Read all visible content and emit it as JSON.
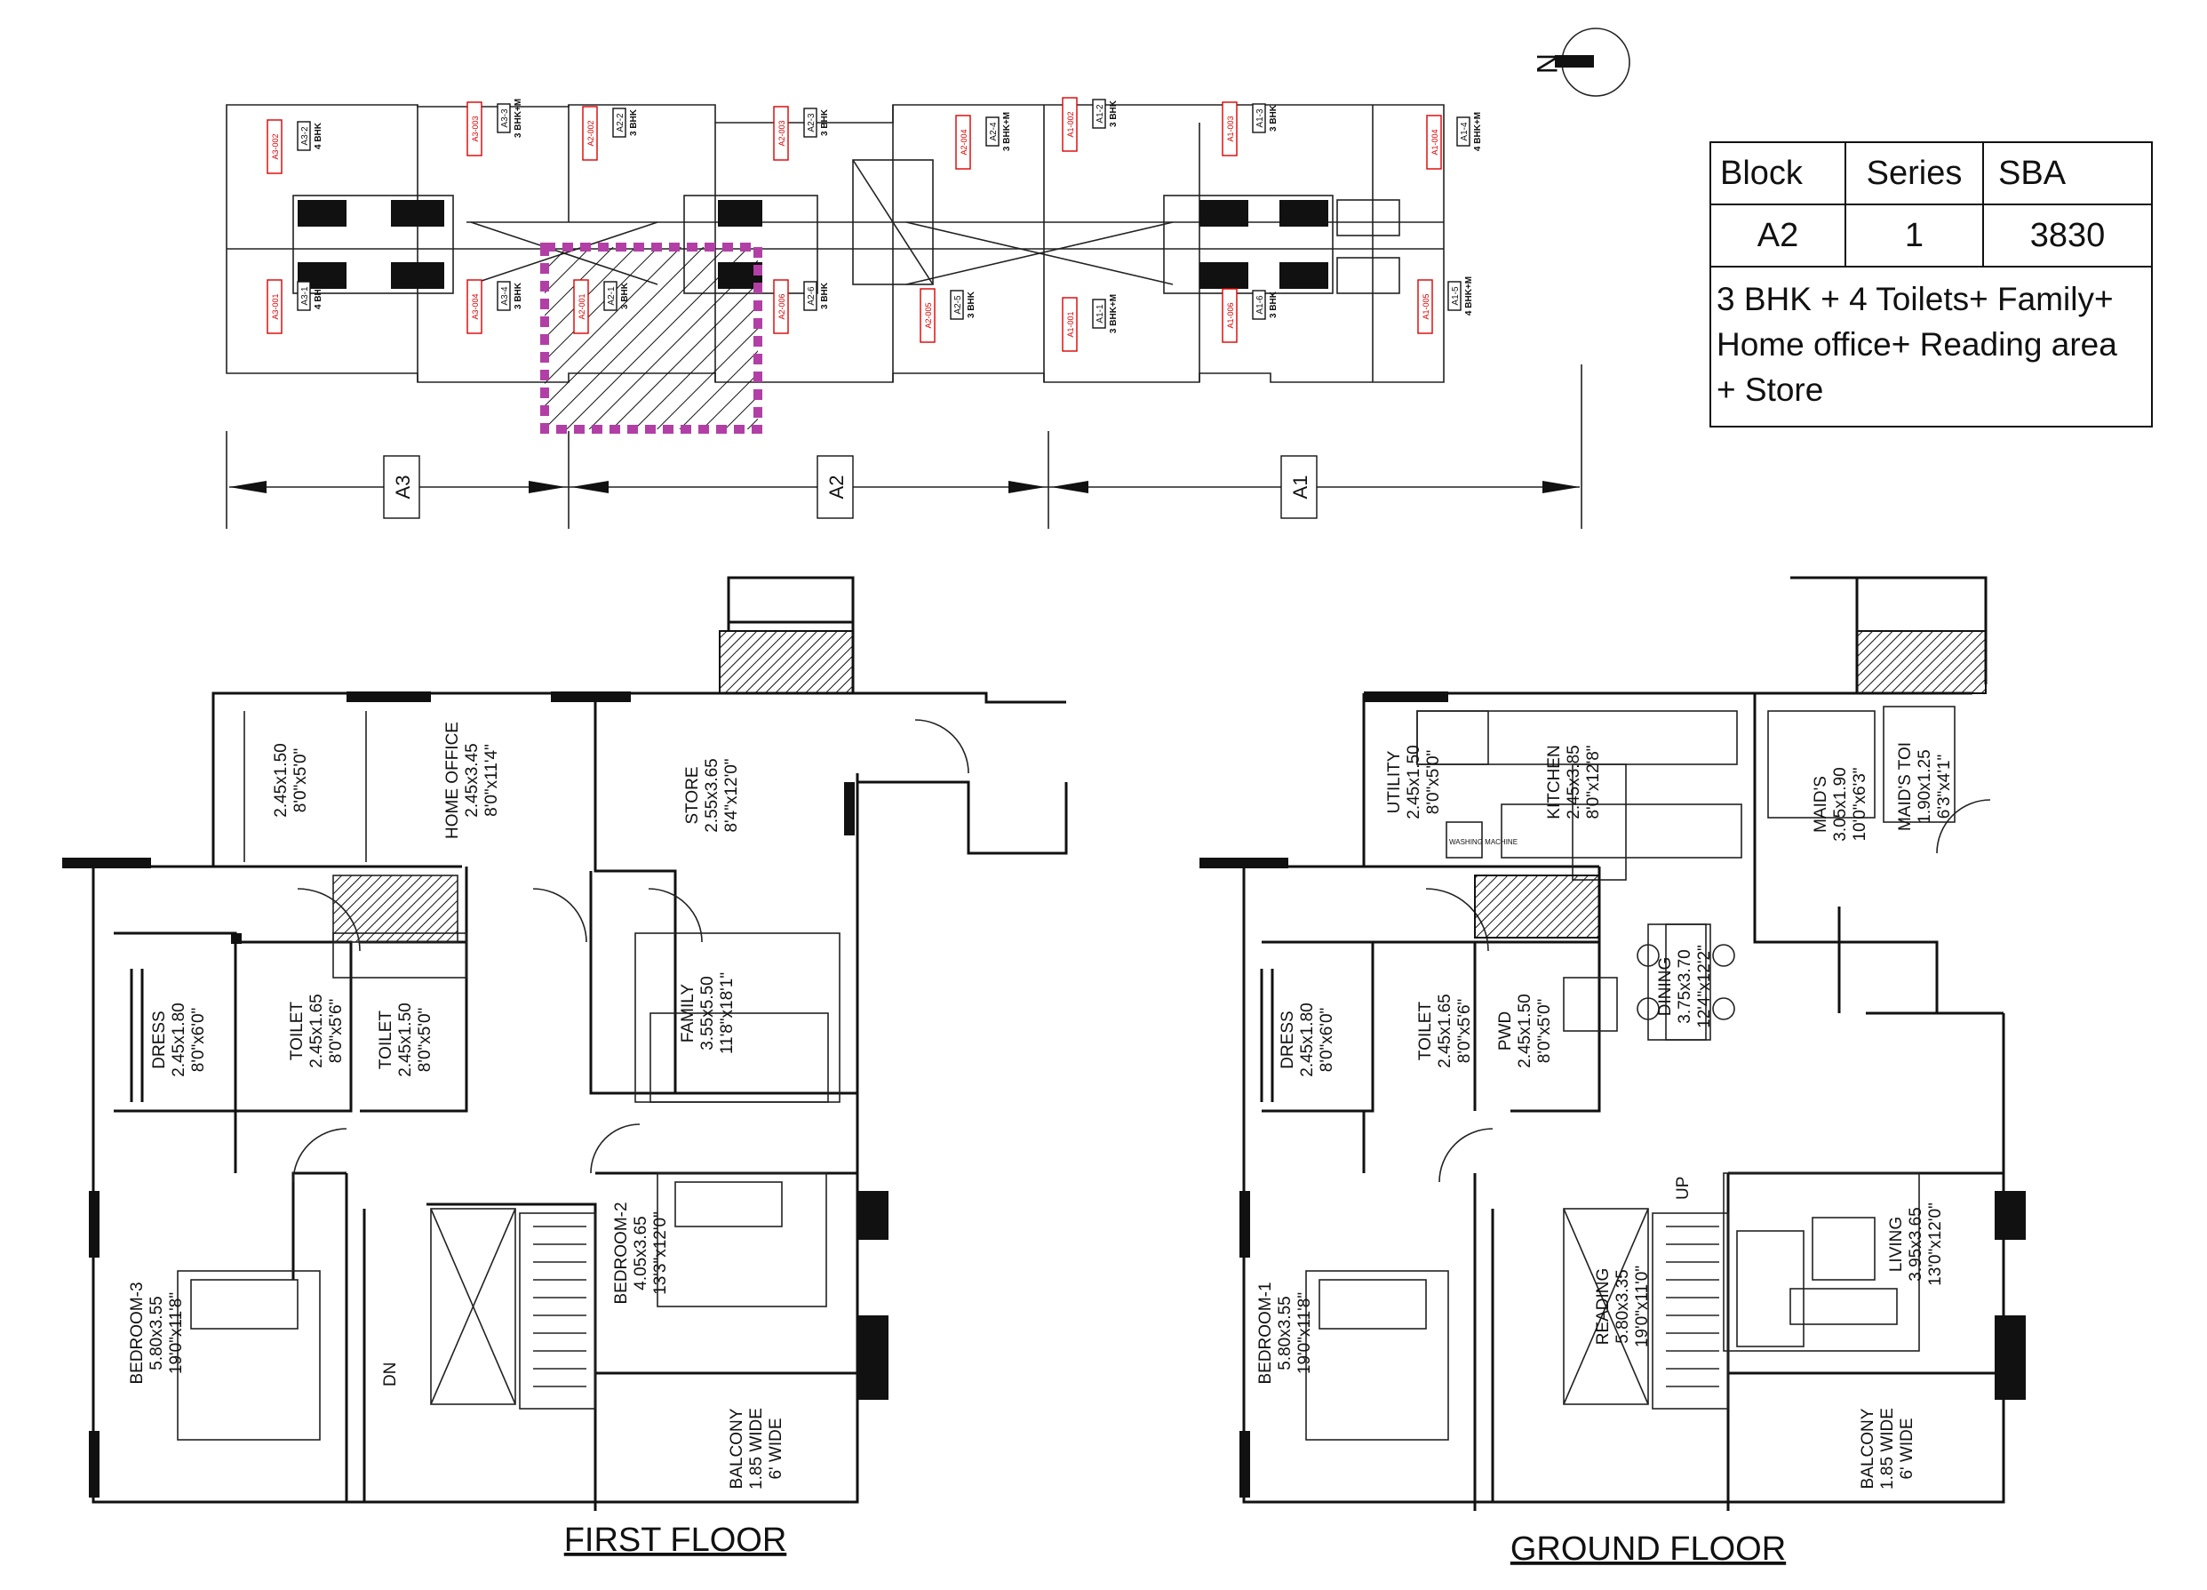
{
  "compass": {
    "label": "N"
  },
  "key_plan": {
    "zones": [
      "A3",
      "A2",
      "A1"
    ],
    "units": [
      {
        "code": "A3-2",
        "type": "4 BHK",
        "ref": "A3-002"
      },
      {
        "code": "A3-3",
        "type": "3 BHK+M",
        "ref": "A3-003"
      },
      {
        "code": "A2-2",
        "type": "3 BHK",
        "ref": "A2-002"
      },
      {
        "code": "A2-3",
        "type": "3 BHK",
        "ref": "A2-003"
      },
      {
        "code": "A2-4",
        "type": "3 BHK+M",
        "ref": "A2-004"
      },
      {
        "code": "A1-2",
        "type": "3 BHK",
        "ref": "A1-002"
      },
      {
        "code": "A1-3",
        "type": "3 BHK",
        "ref": "A1-003"
      },
      {
        "code": "A1-4",
        "type": "4 BHK+M",
        "ref": "A1-004"
      },
      {
        "code": "A3-1",
        "type": "4 BHK",
        "ref": "A3-001"
      },
      {
        "code": "A3-4",
        "type": "3 BHK",
        "ref": "A3-004"
      },
      {
        "code": "A2-1",
        "type": "3 BHK",
        "ref": "A2-001"
      },
      {
        "code": "A2-6",
        "type": "3 BHK",
        "ref": "A2-006"
      },
      {
        "code": "A2-5",
        "type": "3 BHK",
        "ref": "A2-005"
      },
      {
        "code": "A1-1",
        "type": "3 BHK+M",
        "ref": "A1-001"
      },
      {
        "code": "A1-6",
        "type": "3 BHK",
        "ref": "A1-006"
      },
      {
        "code": "A1-5",
        "type": "4 BHK+M",
        "ref": "A1-005"
      }
    ],
    "highlight_color": "#b23fa6"
  },
  "table": {
    "headers": [
      "Block",
      "Series",
      "SBA"
    ],
    "values": [
      "A2",
      "1",
      "3830"
    ],
    "description_lines": [
      "3 BHK + 4 Toilets+ Family+",
      "Home office+ Reading area",
      "+ Store"
    ]
  },
  "first_floor": {
    "title": "FIRST FLOOR",
    "rooms": [
      {
        "name": "",
        "size": "2.45x1.50",
        "imperial": "8'0\"x5'0\""
      },
      {
        "name": "HOME OFFICE",
        "size": "2.45x3.45",
        "imperial": "8'0\"x11'4\""
      },
      {
        "name": "STORE",
        "size": "2.55x3.65",
        "imperial": "8'4\"x12'0\""
      },
      {
        "name": "DRESS",
        "size": "2.45x1.80",
        "imperial": "8'0\"x6'0\""
      },
      {
        "name": "TOILET",
        "size": "2.45x1.65",
        "imperial": "8'0\"x5'6\""
      },
      {
        "name": "TOILET",
        "size": "2.45x1.50",
        "imperial": "8'0\"x5'0\""
      },
      {
        "name": "FAMILY",
        "size": "3.55x5.50",
        "imperial": "11'8\"x18'1\""
      },
      {
        "name": "BEDROOM-2",
        "size": "4.05x3.65",
        "imperial": "13'3\"x12'0\""
      },
      {
        "name": "BEDROOM-3",
        "size": "5.80x3.55",
        "imperial": "19'0\"x11'8\""
      },
      {
        "name": "BALCONY",
        "size": "1.85 WIDE",
        "imperial": "6' WIDE"
      }
    ],
    "stair_label": "DN"
  },
  "ground_floor": {
    "title": "GROUND FLOOR",
    "rooms": [
      {
        "name": "UTILITY",
        "size": "2.45x1.50",
        "imperial": "8'0\"x5'0\""
      },
      {
        "name": "KITCHEN",
        "size": "2.45x3.85",
        "imperial": "8'0\"x12'8\""
      },
      {
        "name": "MAID'S",
        "size": "3.05x1.90",
        "imperial": "10'0\"x6'3\""
      },
      {
        "name": "MAID'S TOI",
        "size": "1.90x1.25",
        "imperial": "6'3\"x4'1\""
      },
      {
        "name": "DRESS",
        "size": "2.45x1.80",
        "imperial": "8'0\"x6'0\""
      },
      {
        "name": "TOILET",
        "size": "2.45x1.65",
        "imperial": "8'0\"x5'6\""
      },
      {
        "name": "PWD",
        "size": "2.45x1.50",
        "imperial": "8'0\"x5'0\""
      },
      {
        "name": "DINING",
        "size": "3.75x3.70",
        "imperial": "12'4\"x12'2\""
      },
      {
        "name": "LIVING",
        "size": "3.95x3.65",
        "imperial": "13'0\"x12'0\""
      },
      {
        "name": "BEDROOM-1",
        "size": "5.80x3.55",
        "imperial": "19'0\"x11'8\""
      },
      {
        "name": "READING",
        "size": "5.80x3.35",
        "imperial": "19'0\"x11'0\""
      },
      {
        "name": "BALCONY",
        "size": "1.85 WIDE",
        "imperial": "6' WIDE"
      }
    ],
    "stair_label": "UP",
    "appliance_label": "WASHING MACHINE"
  }
}
